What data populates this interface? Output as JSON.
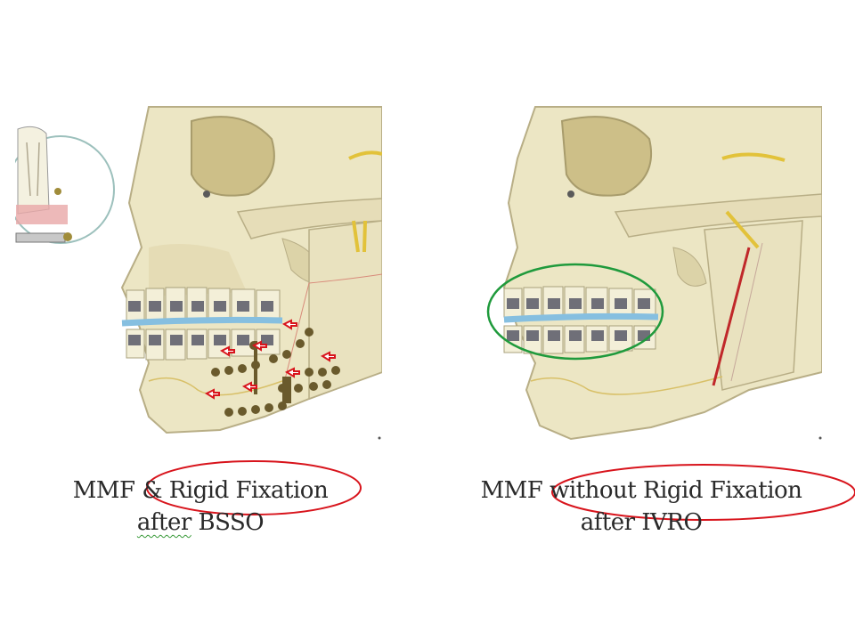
{
  "left": {
    "caption_line1": "MMF & Rigid Fixation",
    "caption_line2_word1": "after",
    "caption_line2_word2": "BSSO"
  },
  "right": {
    "caption_line1": "MMF without Rigid Fixation",
    "caption_line2": "after IVRO"
  },
  "colors": {
    "bone": "#ece6c4",
    "bone_outline": "#b8ae86",
    "bracket": "#6f6f78",
    "archwire": "#86bfe0",
    "nerve": "#e2c23a",
    "plate": "#6a5a2c",
    "highlight_red": "#d8141c",
    "highlight_green": "#1f9a3c",
    "osteotomy": "#c0282a",
    "inset_circle": "#9cc0bc"
  }
}
